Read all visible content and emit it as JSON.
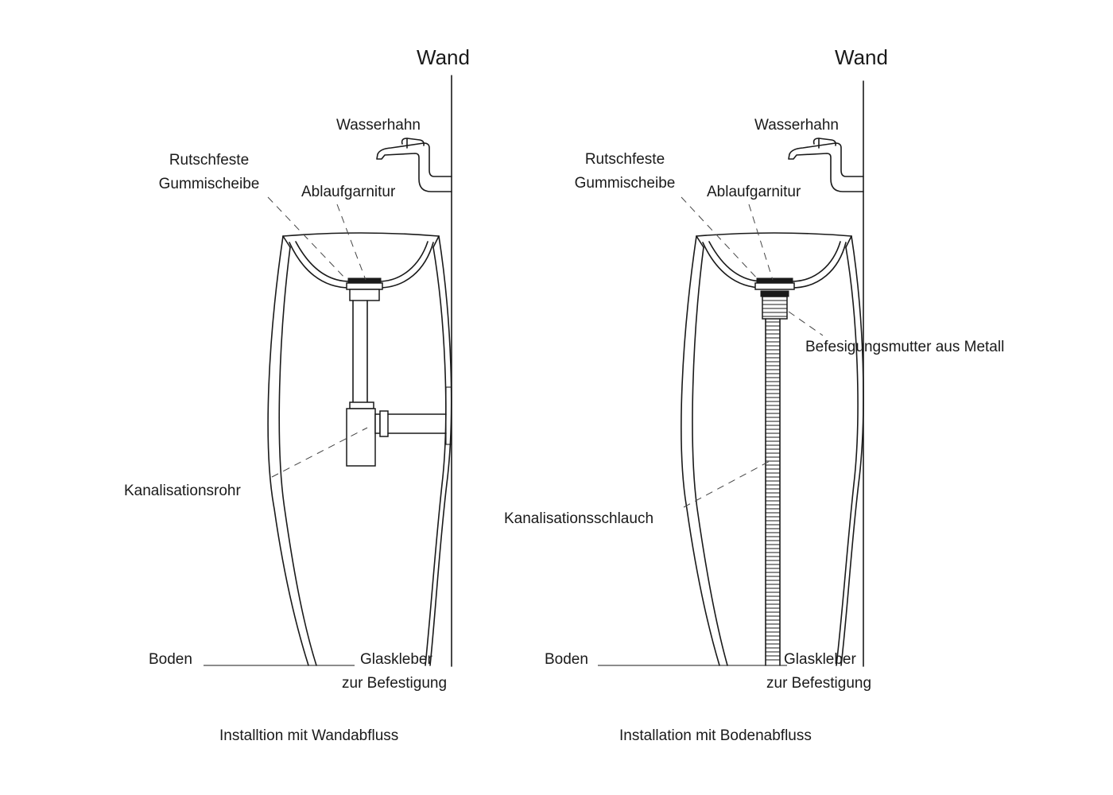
{
  "left": {
    "wall": "Wand",
    "faucet": "Wasserhahn",
    "gasket_line1": "Rutschfeste",
    "gasket_line2": "Gummischeibe",
    "drain_fitting": "Ablaufgarnitur",
    "sewer": "Kanalisationsrohr",
    "floor": "Boden",
    "glue_line1": "Glaskleber",
    "glue_line2": "zur Befestigung",
    "caption": "Installtion mit Wandabfluss"
  },
  "right": {
    "wall": "Wand",
    "faucet": "Wasserhahn",
    "gasket_line1": "Rutschfeste",
    "gasket_line2": "Gummischeibe",
    "drain_fitting": "Ablaufgarnitur",
    "nut": "Befesigungsmutter aus Metall",
    "sewer": "Kanalisationsschlauch",
    "floor": "Boden",
    "glue_line1": "Glaskleber",
    "glue_line2": "zur Befestigung",
    "caption": "Installation mit Bodenabfluss"
  }
}
